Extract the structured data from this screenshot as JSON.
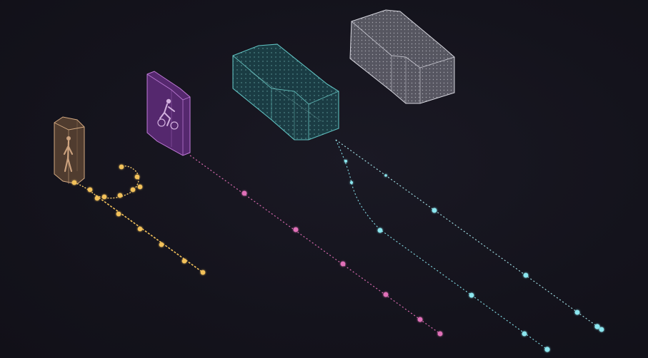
{
  "scene": {
    "background": "#14131c",
    "objects": [
      {
        "name": "pedestrian-box",
        "color": "#c9a27a",
        "fill": "#8a6a4a",
        "trajectory_color": "#f2c15a",
        "has_figure": true
      },
      {
        "name": "cyclist-box",
        "color": "#b06ad0",
        "fill": "#6b2f8a",
        "trajectory_color": "#d86ab0",
        "has_figure": true
      },
      {
        "name": "car-box-teal",
        "color": "#4fb0b0",
        "fill": "#1e4f55",
        "trajectory_color": "#86e0ea",
        "has_figure": false
      },
      {
        "name": "car-box-grey",
        "color": "#bdbdc8",
        "fill": "#7a7a85",
        "trajectory_color": "#c9c9d0",
        "has_figure": false
      }
    ]
  }
}
